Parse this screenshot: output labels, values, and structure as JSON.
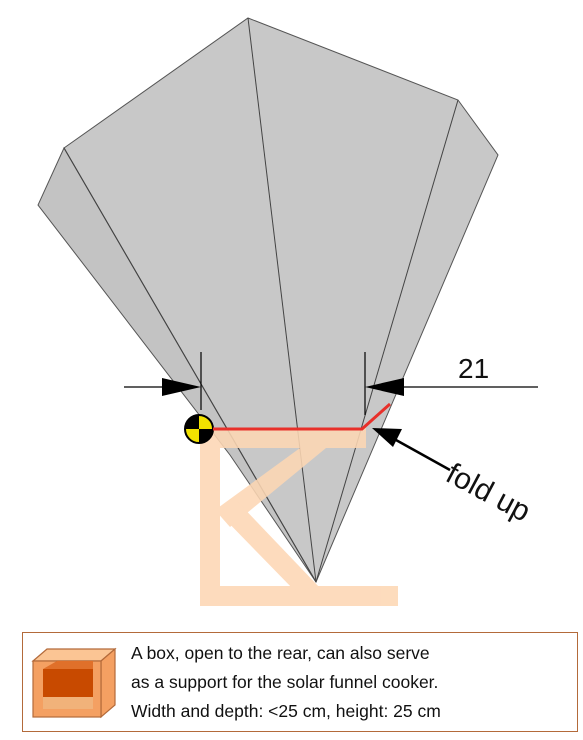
{
  "diagram": {
    "dimension_label": "21",
    "fold_label": "fold up"
  },
  "caption": {
    "lines": [
      "A box, open to the rear, can also serve",
      "as a support for the solar funnel cooker.",
      "Width and depth: <25 cm, height: 25 cm"
    ]
  },
  "colors": {
    "funnel_fill": "#c8c8c8",
    "support_fill": "#fdd7b4",
    "fold_line": "#e8302a",
    "box_outline": "#b36a3a",
    "box_face": "#f4a062",
    "box_interior": "#c84a00"
  }
}
